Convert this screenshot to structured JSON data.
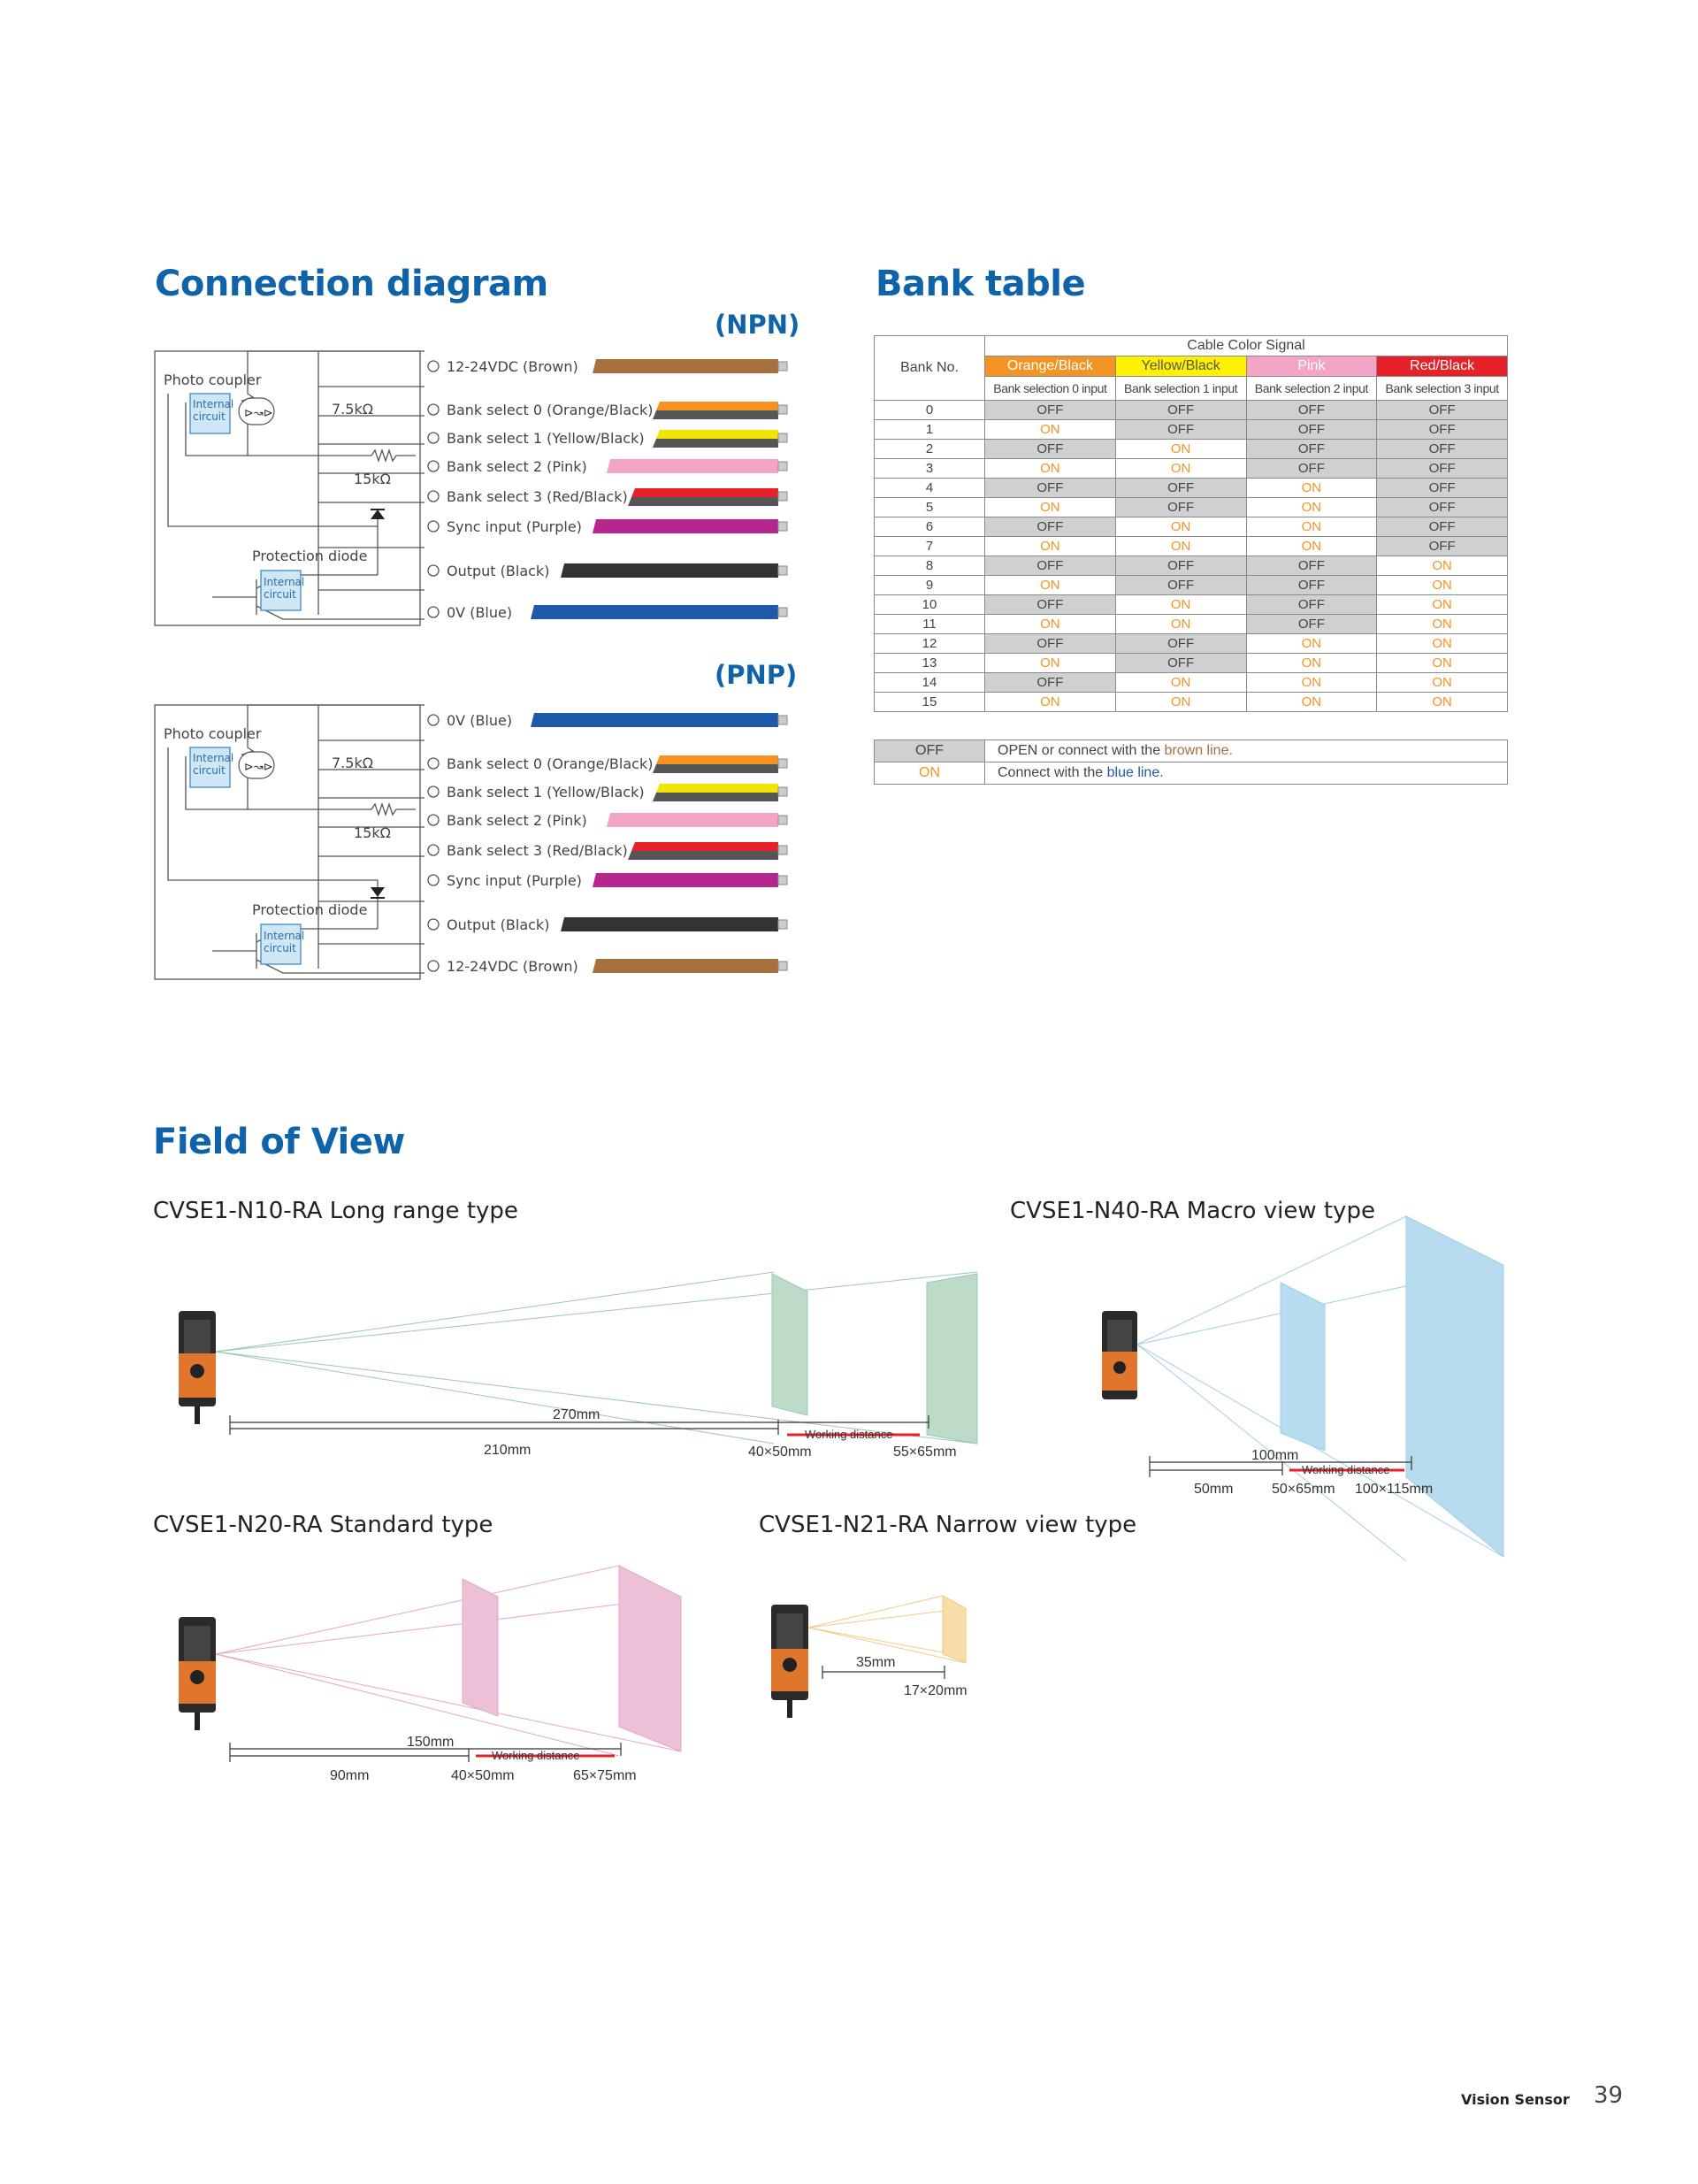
{
  "connection": {
    "title": "Connection diagram",
    "npn_tag": "(NPN)",
    "pnp_tag": "(PNP)",
    "photo_coupler": "Photo coupler",
    "internal_circuit_l1": "Internal",
    "internal_circuit_l2": "circuit",
    "r1": "7.5kΩ",
    "r2": "15kΩ",
    "protection_diode": "Protection diode",
    "npn_wires": [
      "12-24VDC (Brown)",
      "Bank select 0 (Orange/Black)",
      "Bank select 1 (Yellow/Black)",
      "Bank select 2 (Pink)",
      "Bank select 3 (Red/Black)",
      "Sync input  (Purple)",
      "Output (Black)",
      "0V  (Blue)"
    ],
    "pnp_wires": [
      "0V  (Blue)",
      "Bank select 0 (Orange/Black)",
      "Bank select 1 (Yellow/Black)",
      "Bank select 2 (Pink)",
      "Bank select 3 (Red/Black)",
      "Sync input  (Purple)",
      "Output (Black)",
      "12-24VDC (Brown)"
    ],
    "wire_colors": {
      "brown": "#a8703e",
      "orange": "#f39323",
      "yellow": "#f2e600",
      "pink": "#f4a4c4",
      "red": "#e6212a",
      "purple": "#b5278f",
      "black": "#333333",
      "blue": "#1e5aa8"
    }
  },
  "bank": {
    "title": "Bank table",
    "bank_no": "Bank No.",
    "cable_color_signal": "Cable Color Signal",
    "colors": [
      "Orange/Black",
      "Yellow/Black",
      "Pink",
      "Red/Black"
    ],
    "inputs": [
      "Bank selection 0 input",
      "Bank selection 1 input",
      "Bank selection 2 input",
      "Bank selection 3 input"
    ],
    "rows": [
      [
        "0",
        "OFF",
        "OFF",
        "OFF",
        "OFF"
      ],
      [
        "1",
        "ON",
        "OFF",
        "OFF",
        "OFF"
      ],
      [
        "2",
        "OFF",
        "ON",
        "OFF",
        "OFF"
      ],
      [
        "3",
        "ON",
        "ON",
        "OFF",
        "OFF"
      ],
      [
        "4",
        "OFF",
        "OFF",
        "ON",
        "OFF"
      ],
      [
        "5",
        "ON",
        "OFF",
        "ON",
        "OFF"
      ],
      [
        "6",
        "OFF",
        "ON",
        "ON",
        "OFF"
      ],
      [
        "7",
        "ON",
        "ON",
        "ON",
        "OFF"
      ],
      [
        "8",
        "OFF",
        "OFF",
        "OFF",
        "ON"
      ],
      [
        "9",
        "ON",
        "OFF",
        "OFF",
        "ON"
      ],
      [
        "10",
        "OFF",
        "ON",
        "OFF",
        "ON"
      ],
      [
        "11",
        "ON",
        "ON",
        "OFF",
        "ON"
      ],
      [
        "12",
        "OFF",
        "OFF",
        "ON",
        "ON"
      ],
      [
        "13",
        "ON",
        "OFF",
        "ON",
        "ON"
      ],
      [
        "14",
        "OFF",
        "ON",
        "ON",
        "ON"
      ],
      [
        "15",
        "ON",
        "ON",
        "ON",
        "ON"
      ]
    ],
    "legend": {
      "off": "OFF",
      "off_text_1": "OPEN or connect with the ",
      "off_text_2": "brown line.",
      "on": "ON",
      "on_text_1": "Connect with the ",
      "on_text_2": "blue line."
    }
  },
  "fov": {
    "title": "Field of View",
    "n10": {
      "title": "CVSE1-N10-RA  Long range type",
      "total": "270mm",
      "near": "210mm",
      "size1": "40×50mm",
      "size2": "55×65mm",
      "wd": "Working distance"
    },
    "n40": {
      "title": "CVSE1-N40-RA  Macro view type",
      "total": "100mm",
      "near": "50mm",
      "size1": "50×65mm",
      "size2": "100×115mm",
      "wd": "Working distance"
    },
    "n20": {
      "title": "CVSE1-N20-RA  Standard type",
      "total": "150mm",
      "near": "90mm",
      "size1": "40×50mm",
      "size2": "65×75mm",
      "wd": "Working distance"
    },
    "n21": {
      "title": "CVSE1-N21-RA  Narrow view type",
      "total": "35mm",
      "size1": "17×20mm"
    }
  },
  "footer": {
    "label": "Vision Sensor",
    "page": "39"
  }
}
